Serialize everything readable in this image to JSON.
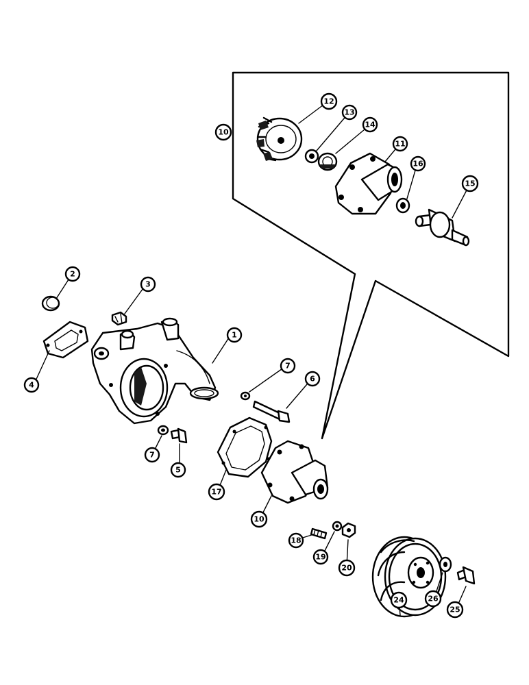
{
  "diagram": {
    "callouts": {
      "c1": "1",
      "c2": "2",
      "c3": "3",
      "c4": "4",
      "c5": "5",
      "c6": "6",
      "c7a": "7",
      "c7b": "7",
      "c10a": "10",
      "c10b": "10",
      "c11": "11",
      "c12": "12",
      "c13": "13",
      "c14": "14",
      "c15": "15",
      "c16": "16",
      "c17": "17",
      "c18": "18",
      "c19": "19",
      "c20": "20",
      "c24": "24",
      "c25": "25",
      "c26": "26"
    }
  }
}
